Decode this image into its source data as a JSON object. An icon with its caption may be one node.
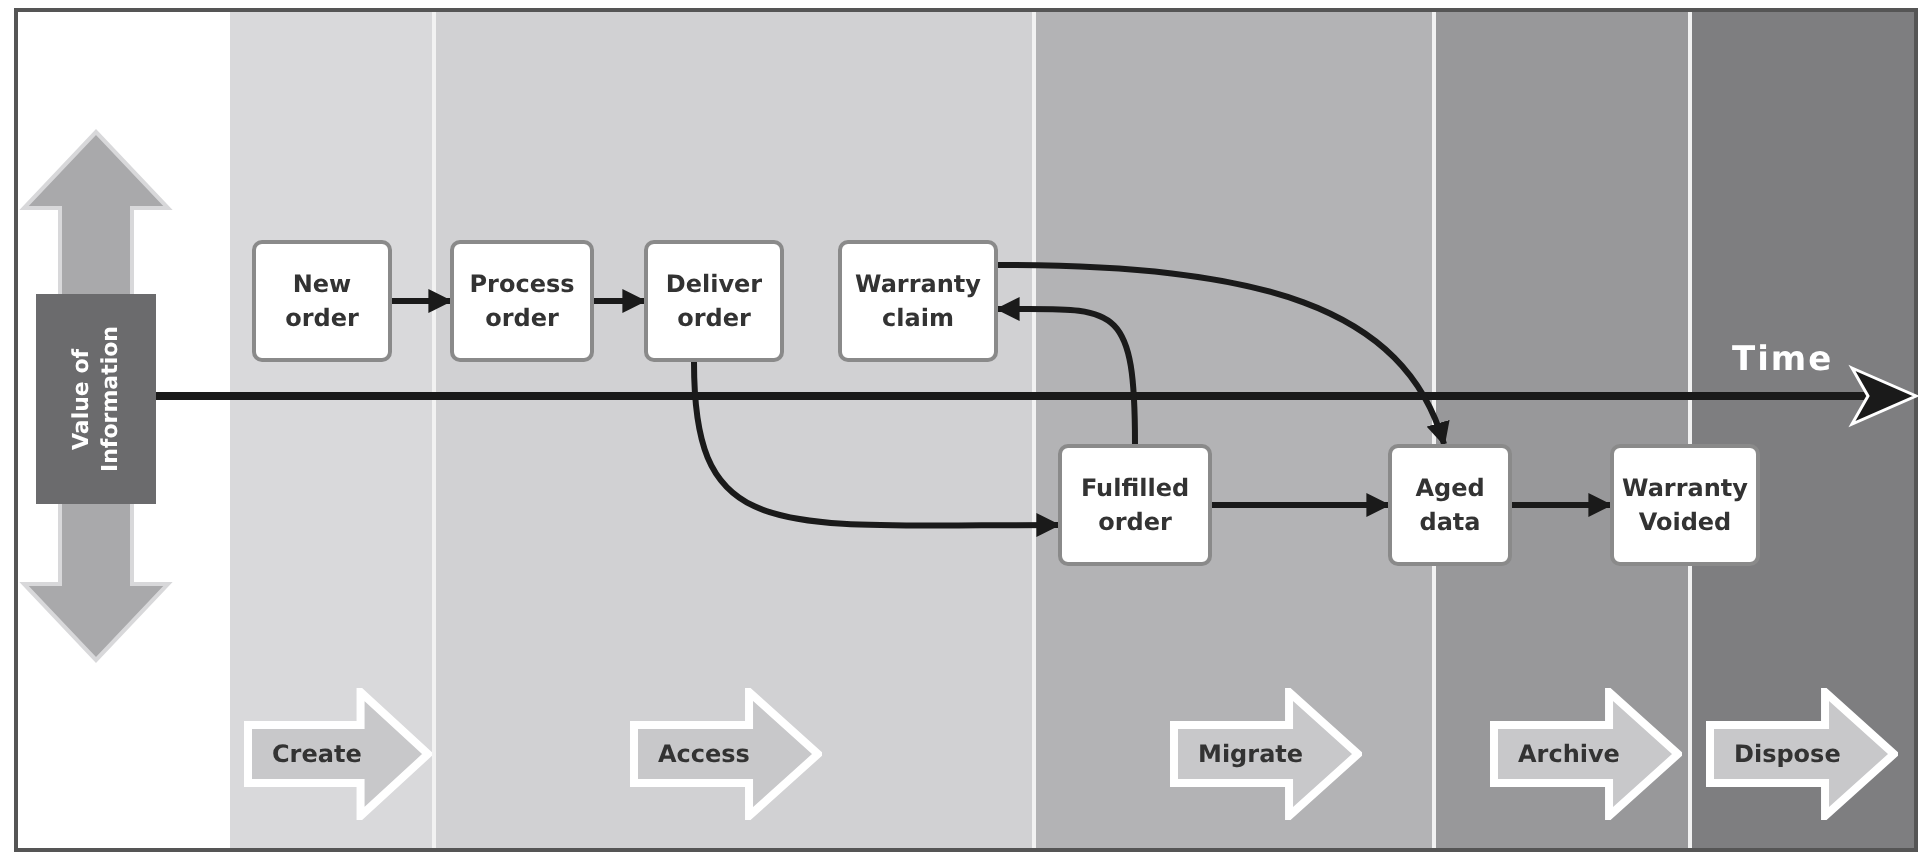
{
  "diagram": {
    "nodes": [
      {
        "text": [
          "Value of Information"
        ]
      },
      {
        "text": [
          "New order"
        ]
      },
      {
        "text": [
          "Process order"
        ]
      },
      {
        "text": [
          "Deliver order"
        ]
      },
      {
        "text": [
          "Warranty claim"
        ]
      },
      {
        "text": [
          "Fulfilled order"
        ]
      },
      {
        "text": [
          "Aged data"
        ]
      },
      {
        "text": [
          "Warranty Voided"
        ]
      },
      {
        "text": [
          "Create"
        ]
      },
      {
        "text": [
          "Access"
        ]
      },
      {
        "text": [
          "Migrate"
        ]
      },
      {
        "text": [
          "Archive"
        ]
      },
      {
        "text": [
          "Dispose"
        ]
      }
    ],
    "edges": [
      {
        "from": 1,
        "to": 2,
        "arrow": "to"
      },
      {
        "from": 2,
        "to": 3,
        "arrow": "to"
      },
      {
        "from": 3,
        "to": 5,
        "arrow": "to"
      },
      {
        "from": 5,
        "to": 4,
        "arrow": "to"
      },
      {
        "from": 4,
        "to": 6,
        "arrow": "to"
      },
      {
        "from": 5,
        "to": 6,
        "arrow": "to"
      },
      {
        "from": 6,
        "to": 7,
        "arrow": "to"
      }
    ],
    "labels": [
      "Time"
    ]
  }
}
